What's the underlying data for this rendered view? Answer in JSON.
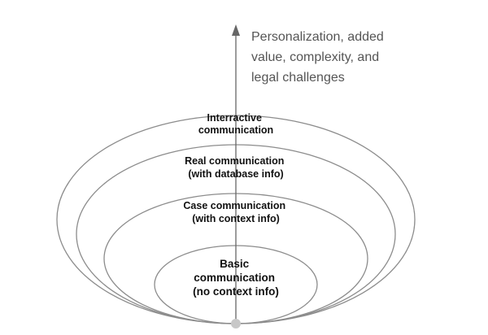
{
  "axis": {
    "label_lines": [
      "Personalization, added",
      "value, complexity, and",
      "legal challenges"
    ]
  },
  "levels": [
    {
      "lines": [
        "Interractive",
        "communication"
      ]
    },
    {
      "lines": [
        "Real communication",
        "(with database info)"
      ]
    },
    {
      "lines": [
        "Case communication",
        "(with context info)"
      ]
    },
    {
      "lines": [
        "Basic",
        "communication",
        "(no context info)"
      ]
    }
  ],
  "colors": {
    "outline": "#8c8c8c",
    "arrow": "#666666",
    "origin_dot": "#c8c8c8",
    "label_text": "#111111",
    "axis_text": "#555555"
  }
}
